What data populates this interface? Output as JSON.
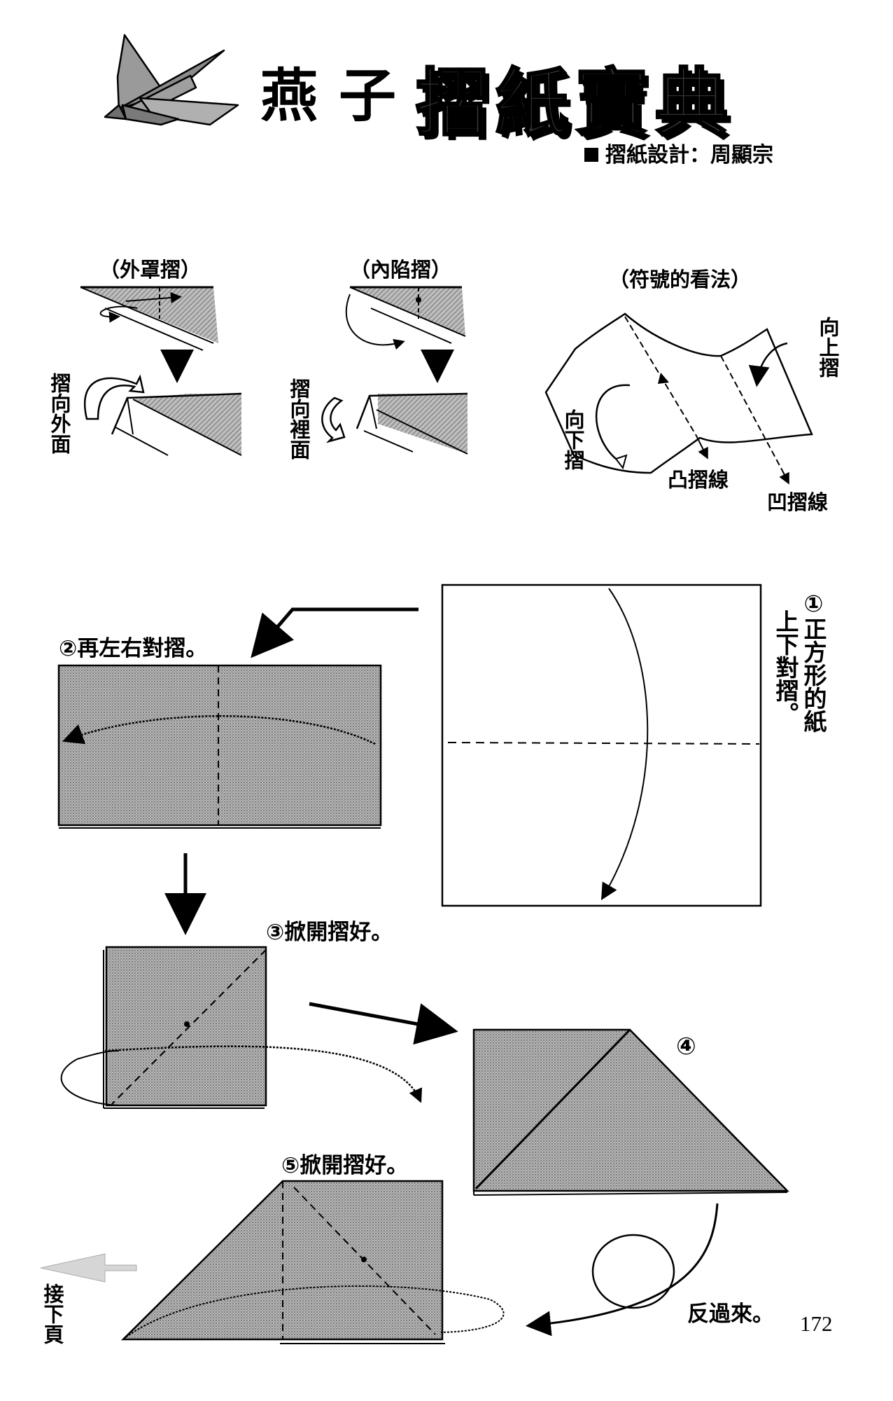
{
  "header": {
    "title_prefix": "燕子",
    "title_main": "摺紙寶典",
    "designer": "摺紙設計：周顯宗"
  },
  "legend": {
    "outside_fold_title": "（外罩摺）",
    "outside_fold_note": "摺向外面",
    "inside_fold_title": "（內陷摺）",
    "inside_fold_note": "摺向裡面",
    "symbols_title": "（符號的看法）",
    "fold_up": "向上摺",
    "fold_down": "向下摺",
    "mountain_line": "凸摺線",
    "valley_line": "凹摺線"
  },
  "steps": {
    "step1_num": "①",
    "step1_text_a": "正方形的紙",
    "step1_text_b": "上下對摺。",
    "step2": "②再左右對摺。",
    "step3": "③掀開摺好。",
    "step4_num": "④",
    "step5": "⑤掀開摺好。",
    "flip": "反過來。"
  },
  "footer": {
    "next_page": "接下頁",
    "page_number": "172"
  },
  "colors": {
    "paper_gray": "#8e8e8e",
    "ink": "#000000"
  }
}
